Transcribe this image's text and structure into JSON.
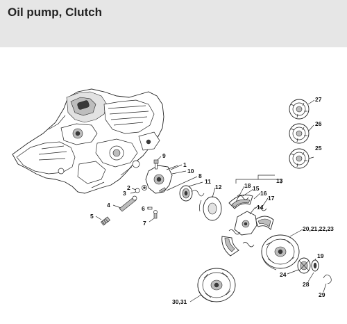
{
  "title": "Oil pump, Clutch",
  "labels": [
    {
      "id": "p1",
      "text": "1"
    },
    {
      "id": "p2",
      "text": "2"
    },
    {
      "id": "p3",
      "text": "3"
    },
    {
      "id": "p4",
      "text": "4"
    },
    {
      "id": "p5",
      "text": "5"
    },
    {
      "id": "p6",
      "text": "6"
    },
    {
      "id": "p7",
      "text": "7"
    },
    {
      "id": "p8",
      "text": "8"
    },
    {
      "id": "p9",
      "text": "9"
    },
    {
      "id": "p10",
      "text": "10"
    },
    {
      "id": "p11",
      "text": "11"
    },
    {
      "id": "p12",
      "text": "12"
    },
    {
      "id": "p13",
      "text": "13"
    },
    {
      "id": "p14",
      "text": "14"
    },
    {
      "id": "p15",
      "text": "15"
    },
    {
      "id": "p16",
      "text": "16"
    },
    {
      "id": "p17",
      "text": "17"
    },
    {
      "id": "p18",
      "text": "18"
    },
    {
      "id": "p19",
      "text": "19"
    },
    {
      "id": "p20",
      "text": "20,21,22,23"
    },
    {
      "id": "p24",
      "text": "24"
    },
    {
      "id": "p25",
      "text": "25"
    },
    {
      "id": "p26",
      "text": "26"
    },
    {
      "id": "p27",
      "text": "27"
    },
    {
      "id": "p28",
      "text": "28"
    },
    {
      "id": "p29",
      "text": "29"
    },
    {
      "id": "p30",
      "text": "30,31"
    }
  ]
}
